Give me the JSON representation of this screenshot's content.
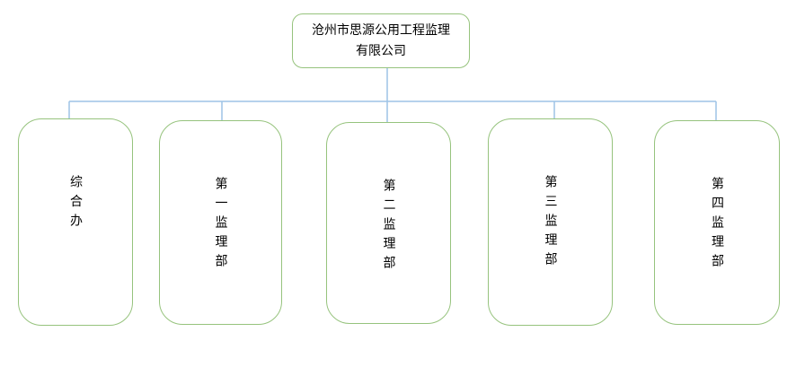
{
  "colors": {
    "box_border": "#96c37d",
    "connector": "#9dc3e6",
    "text": "#000000",
    "background": "#ffffff"
  },
  "chart": {
    "type": "org-chart",
    "root": {
      "label": "沧州市思源公用工程监理有限公司"
    },
    "children": [
      {
        "label": "综合办"
      },
      {
        "label": "第一监理部"
      },
      {
        "label": "第二监理部"
      },
      {
        "label": "第三监理部"
      },
      {
        "label": "第四监理部"
      }
    ]
  }
}
